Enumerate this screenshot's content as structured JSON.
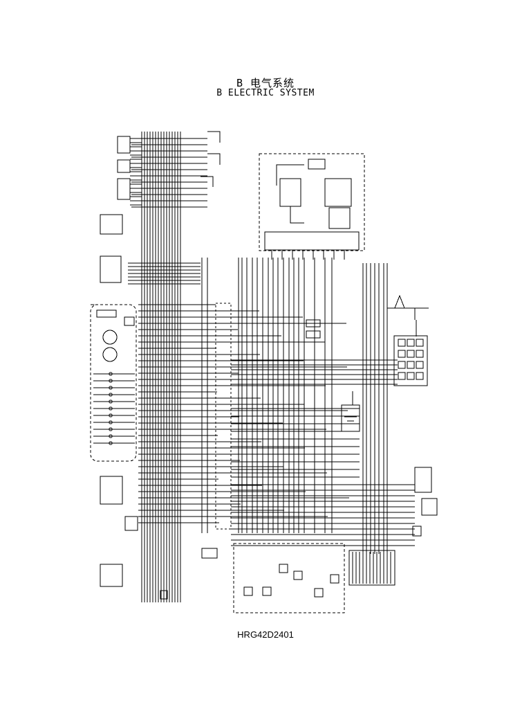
{
  "header": {
    "title_cn": "B 电气系统",
    "title_en": "B ELECTRIC SYSTEM"
  },
  "footer": {
    "drawing_number": "HRG42D2401"
  },
  "colors": {
    "background": "#ffffff",
    "line": "#000000"
  }
}
